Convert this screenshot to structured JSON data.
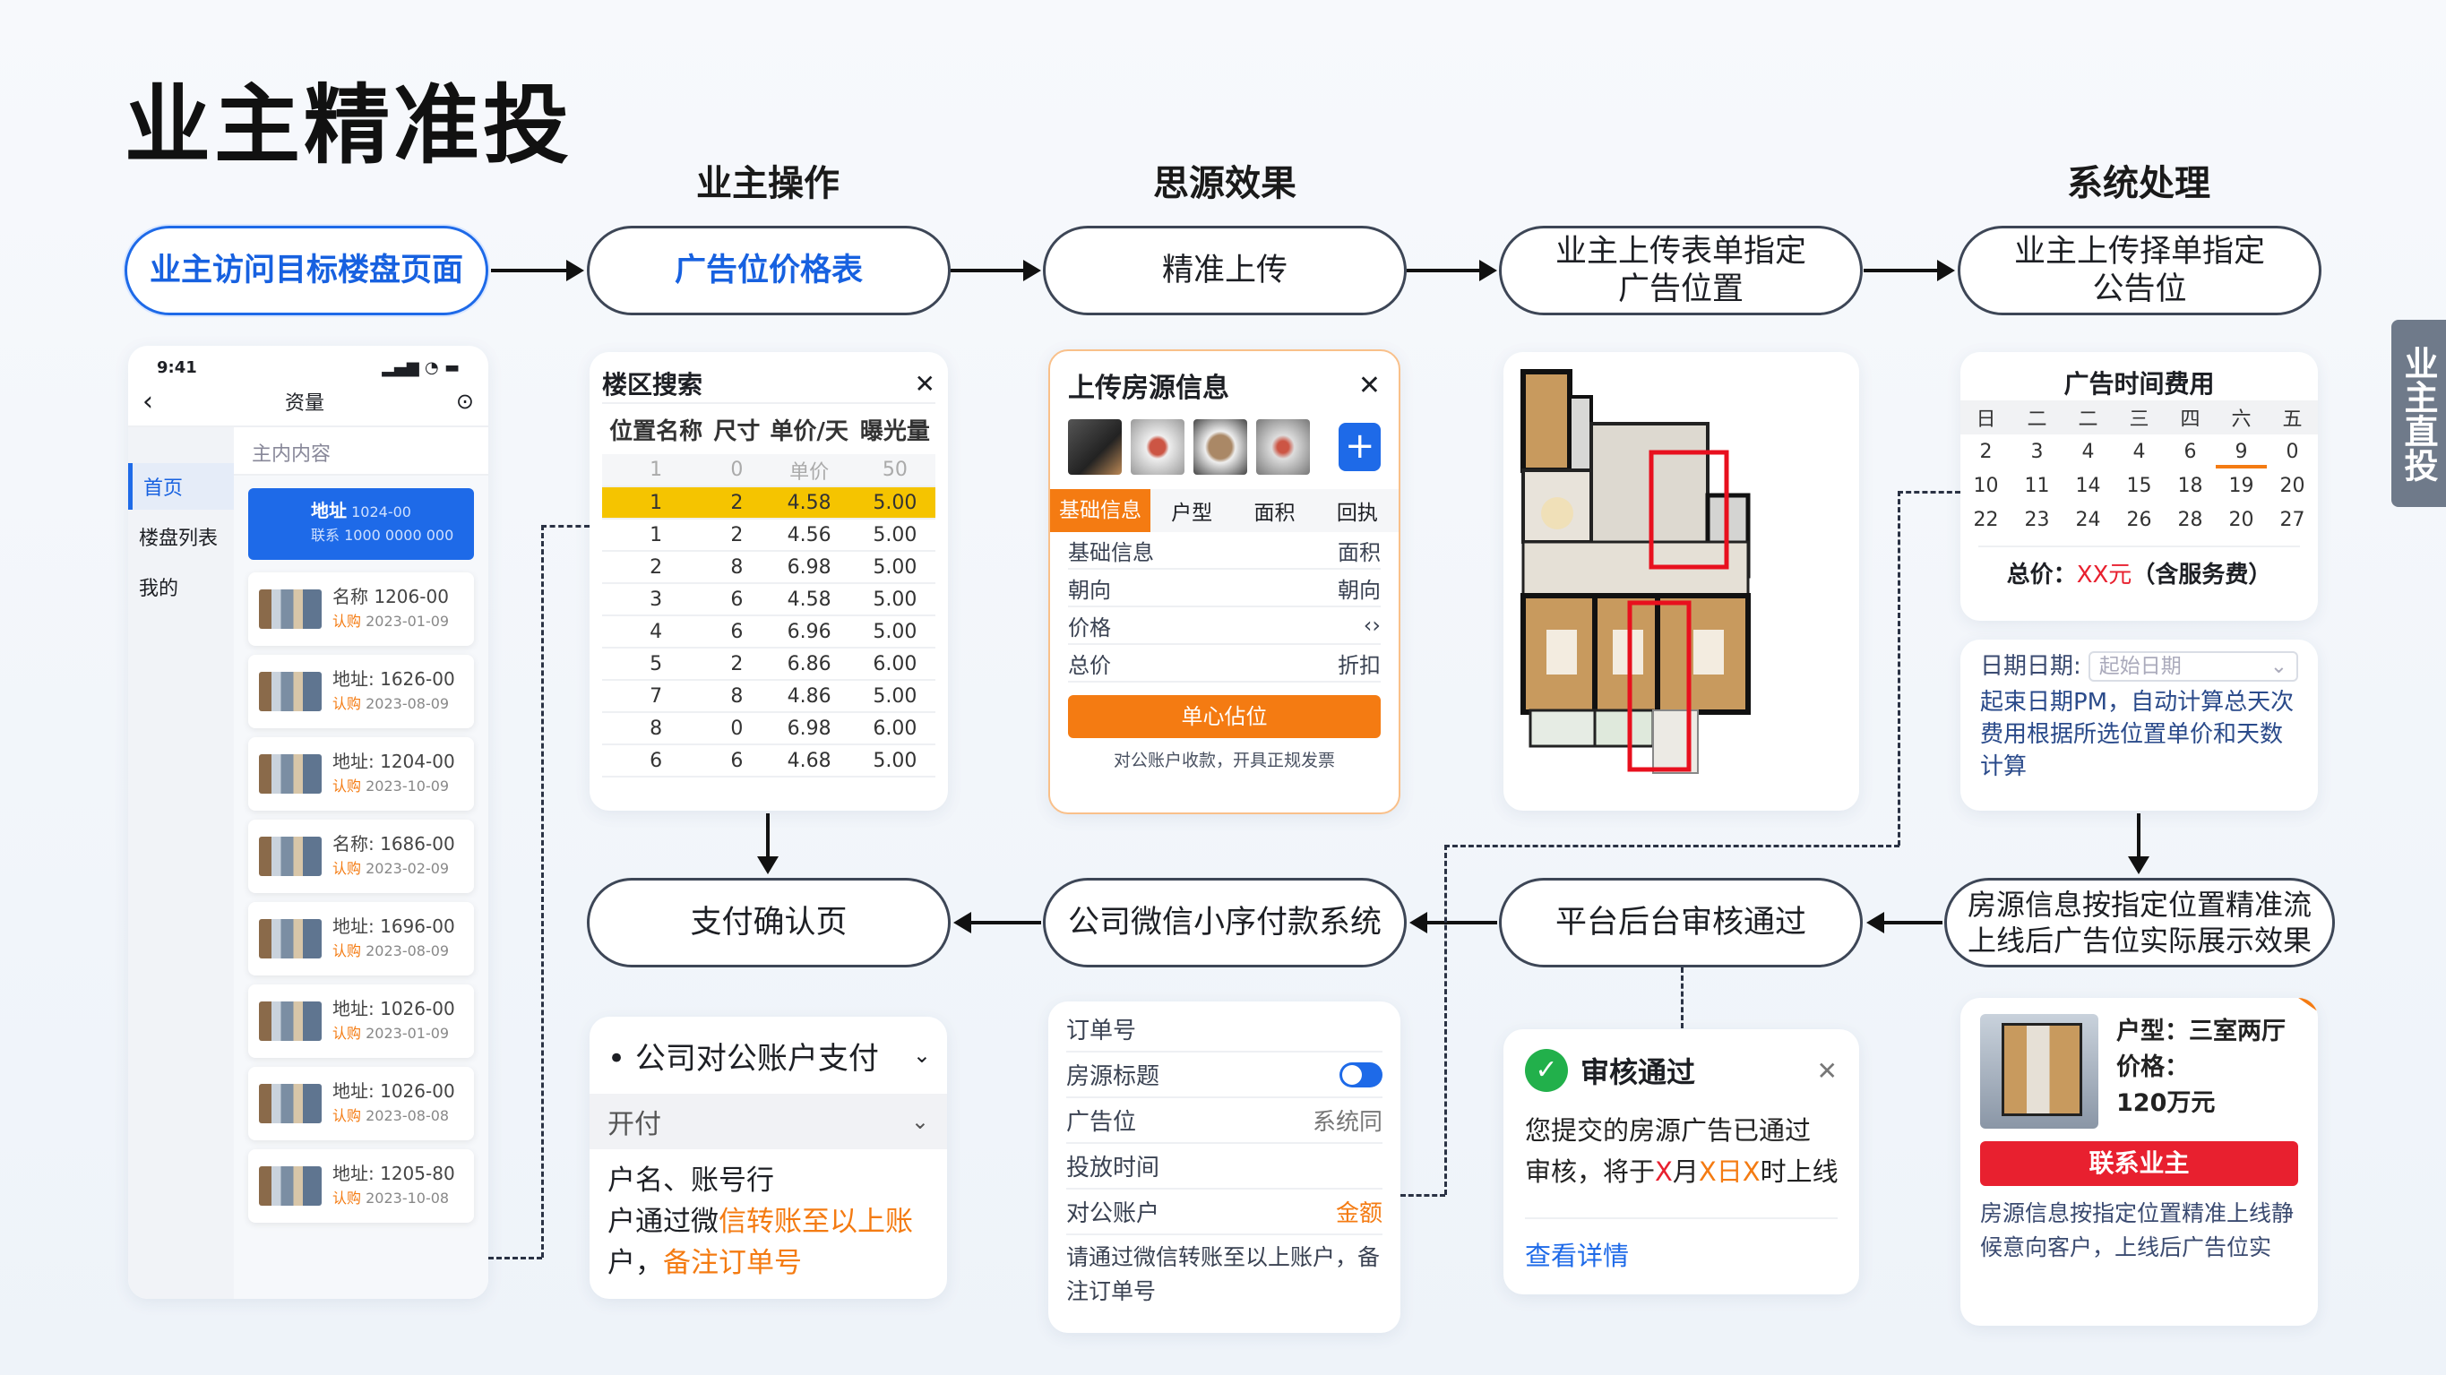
{
  "title": "业主精准投",
  "sections": [
    "业主操作",
    "思源效果",
    "系统处理"
  ],
  "side_tab": "业主直投",
  "flow_top": [
    "业主访问目标楼盘页面",
    "广告位价格表",
    "精准上传",
    "业主上传表单指定广告位置",
    "业主上传择单指定公告位"
  ],
  "flow_bottom": [
    "支付确认页",
    "公司微信小序付款系统",
    "平台后台审核通过",
    "房源信息按指定位置精准流上线后广告位实际展示效果"
  ],
  "phone": {
    "time": "9:41",
    "title": "资量",
    "search": "主内内容",
    "nav": [
      "首页",
      "楼盘列表",
      "我的"
    ],
    "featured": [
      "地址",
      "1024-00",
      "联系",
      "1000 0000 000"
    ],
    "items": [
      [
        "名称",
        "1206-00",
        "2023-01-09"
      ],
      [
        "地址:",
        "1626-00",
        "2023-08-09"
      ],
      [
        "地址:",
        "1204-00",
        "2023-10-09"
      ],
      [
        "名称:",
        "1686-00",
        "2023-02-09"
      ],
      [
        "地址:",
        "1696-00",
        "2023-08-09"
      ],
      [
        "地址:",
        "1026-00",
        "2023-01-09"
      ],
      [
        "地址:",
        "1026-00",
        "2023-08-08"
      ],
      [
        "地址:",
        "1205-80",
        "2023-10-08"
      ]
    ],
    "tag": "认购"
  },
  "table": {
    "title": "楼区搜索",
    "headers": [
      "位置名称",
      "尺寸",
      "单价/天",
      "曝光量"
    ],
    "subheader": [
      "1",
      "0",
      "单价",
      "50"
    ],
    "rows": [
      [
        "1",
        "2",
        "4.58",
        "5.00"
      ],
      [
        "1",
        "2",
        "4.56",
        "5.00"
      ],
      [
        "2",
        "8",
        "6.98",
        "5.00"
      ],
      [
        "3",
        "6",
        "4.58",
        "5.00"
      ],
      [
        "4",
        "6",
        "6.96",
        "5.00"
      ],
      [
        "5",
        "2",
        "6.86",
        "6.00"
      ],
      [
        "7",
        "8",
        "4.86",
        "5.00"
      ],
      [
        "8",
        "0",
        "6.98",
        "6.00"
      ],
      [
        "6",
        "6",
        "4.68",
        "5.00"
      ]
    ]
  },
  "upload": {
    "title": "上传房源信息",
    "tabs": [
      "基础信息",
      "户型",
      "面积",
      "回执"
    ],
    "rows": [
      [
        "基础信息",
        "面积"
      ],
      [
        "朝向",
        "朝向"
      ],
      [
        "价格",
        "‹›"
      ],
      [
        "总价",
        "折扣"
      ]
    ],
    "button": "单心佔位",
    "note": "对公账户收款，开具正规发票"
  },
  "calendar": {
    "title": "广告时间费用",
    "weekdays": [
      "日",
      "二",
      "二",
      "三",
      "四",
      "六",
      "五"
    ],
    "weeks": [
      [
        "2",
        "3",
        "4",
        "4",
        "6",
        "9",
        "0"
      ],
      [
        "10",
        "11",
        "14",
        "15",
        "18",
        "19",
        "20"
      ],
      [
        "22",
        "23",
        "24",
        "26",
        "28",
        "20",
        "27"
      ]
    ],
    "total_label": "总价：",
    "total_value": "XX元",
    "total_suffix": "（含服务费）"
  },
  "date_card": {
    "label": "日期日期:",
    "placeholder": "起始日期",
    "desc": "起束日期PM，自动计算总天次费用根据所选位置单价和天数计算"
  },
  "payment": {
    "method": "公司对公账户支付",
    "sub": "开付",
    "line1": "户名、账号行",
    "line2a": "户通过微",
    "line2b": "信转账至以上账",
    "line3a": "户，",
    "line3b": "备注订单号"
  },
  "order": {
    "rows": [
      [
        "订单号",
        ""
      ],
      [
        "房源标题",
        ""
      ],
      [
        "广告位",
        "系统同"
      ],
      [
        "投放时间",
        ""
      ],
      [
        "对公账户",
        "金额"
      ]
    ],
    "note": "请通过微信转账至以上账户，备注订单号"
  },
  "approval": {
    "title": "审核通过",
    "msg1": "您提交的房源广告已通过",
    "msg2a": "审核，将于",
    "x1": "X",
    "m": "月",
    "x2": "X",
    "d": "日",
    "x3": "X",
    "msg2b": "时上线",
    "link": "查看详情"
  },
  "listing": {
    "type": "户型：三室两厅",
    "price_label": "价格：",
    "price": "120万元",
    "button": "联系业主",
    "desc": "房源信息按指定位置精准上线静候意向客户，上线后广告位实"
  },
  "colors": {
    "blue": "#1e6ae8",
    "orange": "#f47b12",
    "red": "#e8202f",
    "yellow": "#f5c400",
    "green": "#22b04b"
  }
}
